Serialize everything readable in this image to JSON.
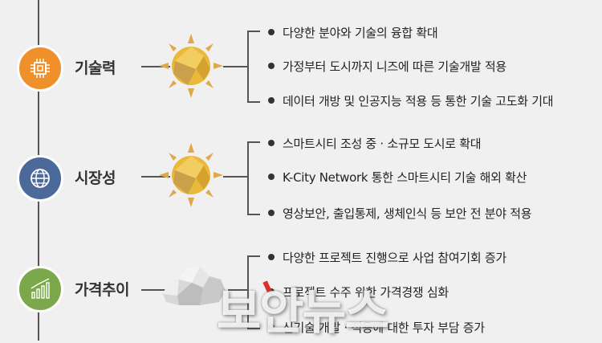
{
  "colors": {
    "tech": "#f0902b",
    "market": "#4c6a99",
    "price": "#7aa84a",
    "line": "#555555",
    "sun": "#e8b93a",
    "ray": "#e0a84a"
  },
  "categories": [
    {
      "label": "기술력",
      "icon": "chip-icon",
      "outlook": "sun-icon",
      "items": [
        "다양한 분야와 기술의 융합 확대",
        "가정부터 도시까지 니즈에 따른 기술개발 적용",
        "데이터 개방 및 인공지능 적용 등 통한 기술 고도화 기대"
      ]
    },
    {
      "label": "시장성",
      "icon": "globe-icon",
      "outlook": "sun-icon",
      "items": [
        "스마트시티 조성 중 · 소규모 도시로 확대",
        "K-City Network 통한 스마트시티 기술 해외 확산",
        "영상보안, 출입통제, 생체인식 등 보안 전 분야 적용"
      ]
    },
    {
      "label": "가격추이",
      "icon": "growth-chart-icon",
      "outlook": "cloud-icon",
      "items": [
        "다양한 프로젝트 진행으로 사업 참여기회 증가",
        "프로젝트 수주 위한 가격경쟁 심화",
        "신기술 개발 · 적용에 대한 투자 부담 증가"
      ]
    }
  ],
  "watermark": "보안뉴스"
}
